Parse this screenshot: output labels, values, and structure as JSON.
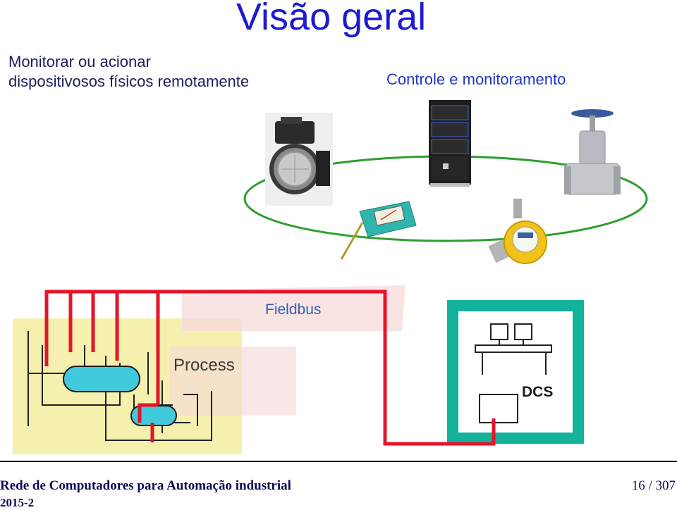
{
  "slide": {
    "title": "Visão geral",
    "left_heading_line1": "Monitorar ou acionar",
    "left_heading_line2": "dispositivosos físicos remotamente",
    "right_heading": "Controle e monitoramento"
  },
  "diagram": {
    "fieldbus_label": "Fieldbus",
    "process_label": "Process",
    "dcs_label": "DCS",
    "ring_color": "#2e9e2e",
    "bus_color": "#e3152b",
    "dcs_frame_color": "#12b39a",
    "process_bg_color": "#f6f0ae"
  },
  "footer": {
    "course": "Rede de Computadores para Automação industrial",
    "term": "2015-2",
    "page": "16 / 307"
  }
}
